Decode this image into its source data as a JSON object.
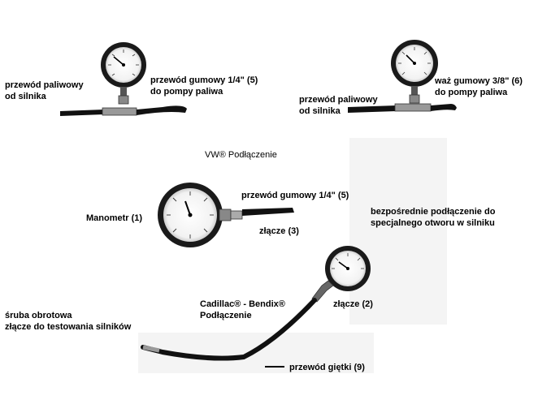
{
  "labels": {
    "top_left_line1": "przewód paliwowy",
    "top_left_line2": "od silnika",
    "top_left_hose": "przewód gumowy 1/4\" (5)",
    "top_left_hose2": "do pompy paliwa",
    "top_right_line1": "przewód paliwowy",
    "top_right_line2": "od silnika",
    "top_right_hose": "waż gumowy 3/8\" (6)",
    "top_right_hose2": "do pompy paliwa",
    "vw_title": "VW® Podłączenie",
    "vw_hose": "przewód gumowy 1/4\"  (5)",
    "manometer": "Manometr (1)",
    "connector3": "złącze (3)",
    "direct_line1": "bezpośrednie podłączenie do",
    "direct_line2": "specjalnego otworu w silniku",
    "cadillac_line1": "Cadillac® - Bendix®",
    "cadillac_line2": "Podłączenie",
    "connector2": "złącze  (2)",
    "screw_line1": "śruba obrotowa",
    "screw_line2": "złącze do testowania silników",
    "flex_hose": "przewód giętki  (9)"
  }
}
